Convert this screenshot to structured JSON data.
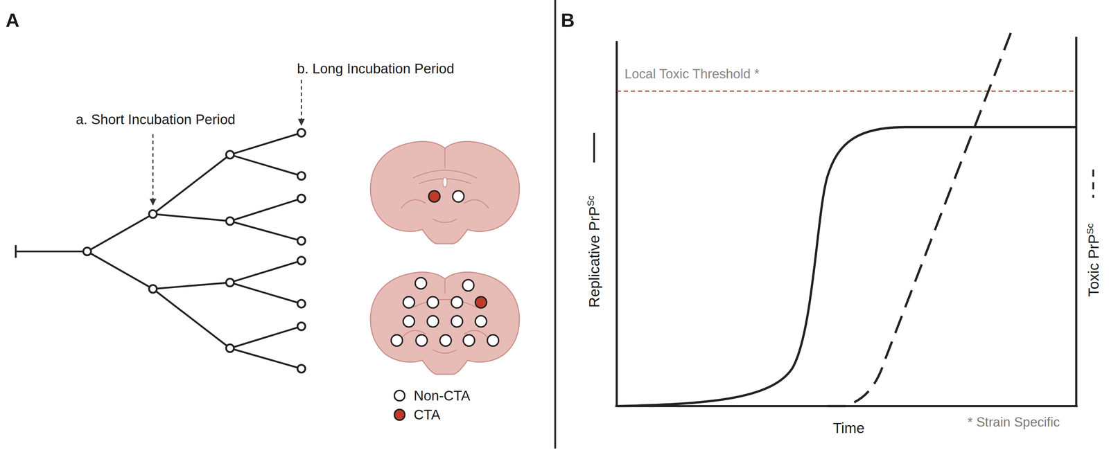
{
  "diagram": {
    "labels": [
      "A",
      "a. Short Incubation Period",
      "b. Long Incubation Period",
      "B",
      "Local Toxic Threshold *",
      "Replicative PrP",
      "Sc",
      "Toxic PrP",
      "Sc",
      "Time",
      "* Strain Specific"
    ],
    "legend": [
      {
        "text": "Non-CTA",
        "color": "#ffffff"
      },
      {
        "text": "CTA",
        "color": "#c0392b"
      }
    ]
  }
}
